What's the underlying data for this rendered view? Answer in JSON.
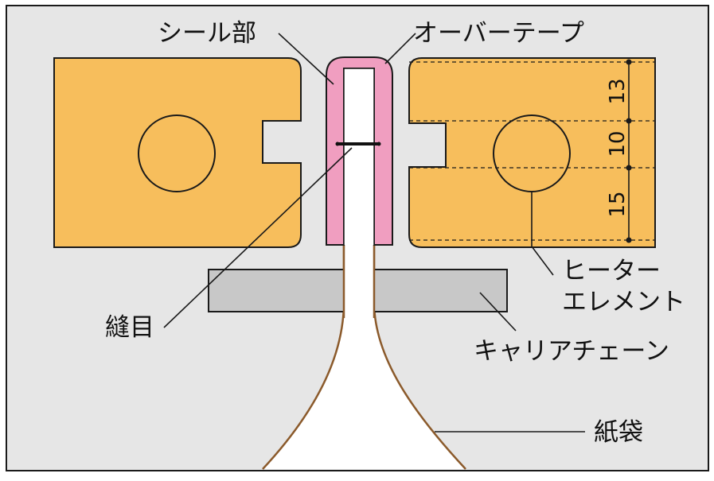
{
  "colors": {
    "background": "#e6e6e6",
    "heater_block": "#f7be5c",
    "over_tape": "#f09ec0",
    "carrier_chain": "#c8c8c8",
    "paper_bag_edge": "#8b5a2b",
    "outline": "#1a1a1a"
  },
  "labels": {
    "seal_part": "シール部",
    "over_tape": "オーバーテープ",
    "heater_element_line1": "ヒーター",
    "heater_element_line2": "エレメント",
    "seam": "縫目",
    "carrier_chain": "キャリアチェーン",
    "paper_bag": "紙袋"
  },
  "dimensions": {
    "top": "13",
    "middle": "10",
    "bottom": "15"
  }
}
